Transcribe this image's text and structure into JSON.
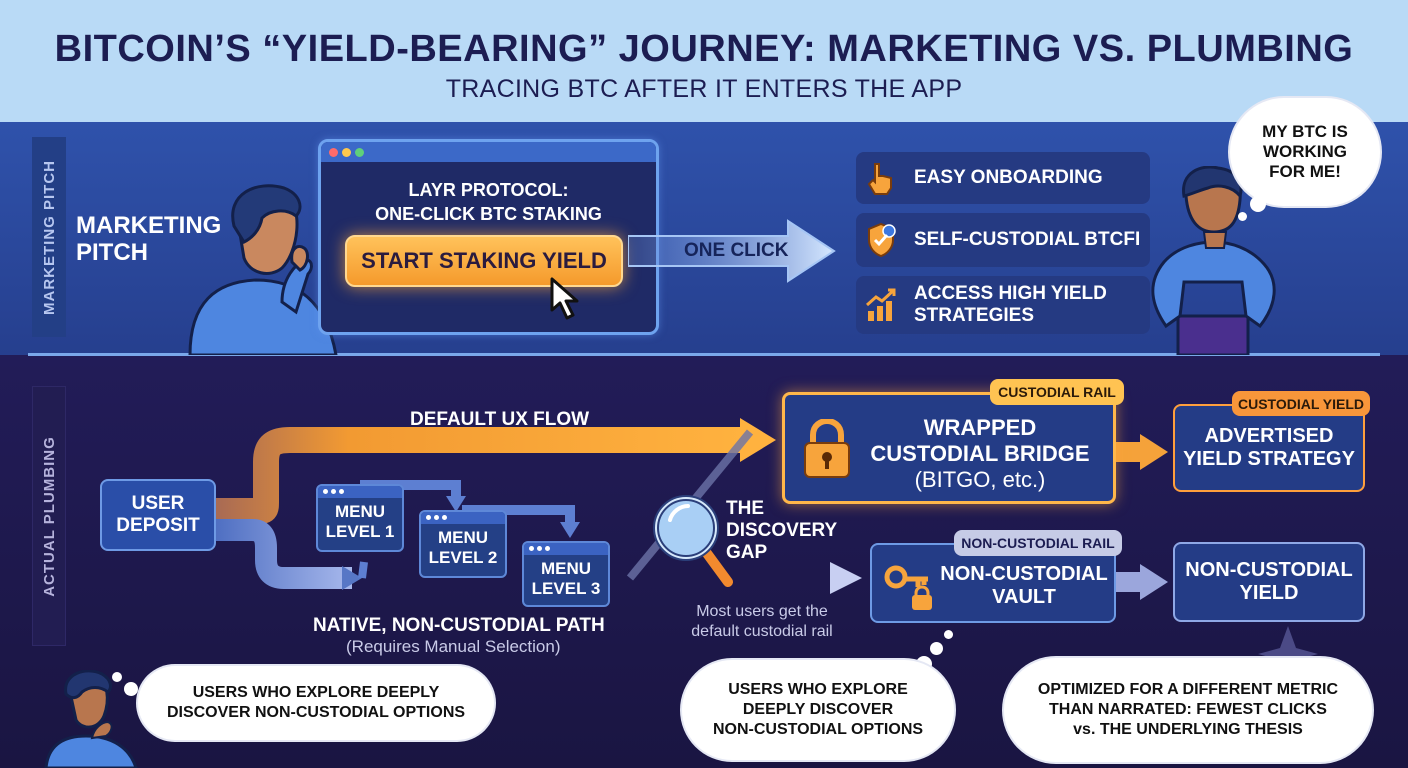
{
  "header": {
    "title": "BITCOIN’S “YIELD-BEARING” JOURNEY: MARKETING VS. PLUMBING",
    "subtitle": "TRACING BTC AFTER IT ENTERS THE APP"
  },
  "marketing": {
    "side_label": "MARKETING PITCH",
    "label": "MARKETING PITCH",
    "browser": {
      "heading_line1": "LAYR PROTOCOL:",
      "heading_line2": "ONE-CLICK BTC STAKING",
      "button": "START STAKING YIELD"
    },
    "arrow_label": "ONE CLICK",
    "features": [
      {
        "label": "EASY ONBOARDING",
        "icon": "pointing-hand-icon"
      },
      {
        "label": "SELF-CUSTODIAL BTCFI",
        "icon": "shield-check-icon"
      },
      {
        "label_line1": "ACCESS HIGH YIELD",
        "label_line2": "STRATEGIES",
        "icon": "growth-chart-icon"
      }
    ],
    "user_bubble": {
      "line1": "MY BTC IS",
      "line2": "WORKING",
      "line3": "FOR ME!"
    }
  },
  "plumbing": {
    "side_label": "ACTUAL PLUMBING",
    "default_flow_label": "DEFAULT UX FLOW",
    "user_deposit": {
      "line1": "USER",
      "line2": "DEPOSIT"
    },
    "menus": [
      {
        "line1": "MENU",
        "line2": "LEVEL 1"
      },
      {
        "line1": "MENU",
        "line2": "LEVEL 2"
      },
      {
        "line1": "MENU",
        "line2": "LEVEL 3"
      }
    ],
    "native_path": {
      "label": "NATIVE, NON-CUSTODIAL PATH",
      "note": "(Requires Manual Selection)"
    },
    "discovery_gap": {
      "line1": "THE",
      "line2": "DISCOVERY",
      "line3": "GAP"
    },
    "discovery_note": {
      "line1": "Most users get the",
      "line2": "default custodial rail"
    },
    "custodial_bridge": {
      "tag": "CUSTODIAL RAIL",
      "line1": "WRAPPED",
      "line2": "CUSTODIAL BRIDGE",
      "line3": "(BITGO, etc.)"
    },
    "advertised_yield": {
      "tag": "CUSTODIAL YIELD",
      "line1": "ADVERTISED",
      "line2": "YIELD STRATEGY"
    },
    "non_custodial_vault": {
      "tag": "NON-CUSTODIAL RAIL",
      "line1": "NON-CUSTODIAL",
      "line2": "VAULT"
    },
    "non_custodial_yield": {
      "line1": "NON-CUSTODIAL",
      "line2": "YIELD"
    },
    "bubble_left": {
      "line1": "USERS WHO EXPLORE DEEPLY",
      "line2": "DISCOVER NON-CUSTODIAL OPTIONS"
    },
    "bubble_middle": {
      "line1": "USERS WHO EXPLORE",
      "line2": "DEEPLY DISCOVER",
      "line3": "NON-CUSTODIAL OPTIONS"
    },
    "bubble_right": {
      "line1": "OPTIMIZED FOR A DIFFERENT METRIC",
      "line2": "THAN NARRATED: FEWEST CLICKS",
      "line3": "vs. THE UNDERLYING THESIS"
    }
  },
  "colors": {
    "header_bg": "#b9daf6",
    "marketing_bg": "#2f52ab",
    "plumbing_bg": "#1d1747",
    "accent_orange": "#f59a2c",
    "accent_blue": "#6ea3ef"
  }
}
